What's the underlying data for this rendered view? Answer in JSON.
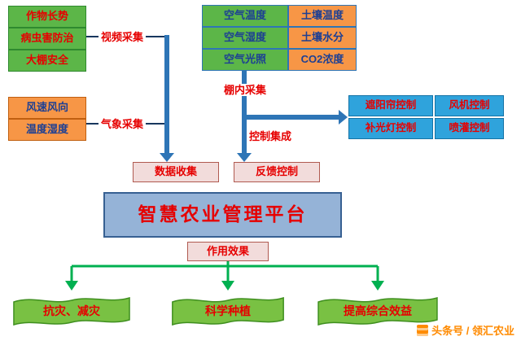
{
  "diagram": {
    "video_items": [
      "作物长势",
      "病虫害防治",
      "大棚安全"
    ],
    "weather_items": [
      "风速风向",
      "温度湿度"
    ],
    "sensor_cells": [
      "空气温度",
      "土壤温度",
      "空气湿度",
      "土壤水分",
      "空气光照",
      "CO2浓度"
    ],
    "control_items": [
      "遮阳帘控制",
      "风机控制",
      "补光灯控制",
      "喷灌控制"
    ],
    "labels": {
      "video": "视频采集",
      "weather": "气象采集",
      "greenhouse": "棚内采集",
      "control": "控制集成"
    },
    "data_collection": "数据收集",
    "feedback_control": "反馈控制",
    "platform": "智慧农业管理平台",
    "effect": "作用效果",
    "outcomes": [
      "抗灾、减灾",
      "科学种植",
      "提高综合效益"
    ]
  },
  "watermark": "头条号 / 领汇农业",
  "colors": {
    "node_green": "#5CB648",
    "node_orange": "#F79646",
    "node_blue": "#2FA3DC",
    "node_pink": "#F2DCDB",
    "platform_blue": "#95B3D7",
    "arrow_blue": "#2E75B6",
    "arrow_green": "#00B050",
    "text_red": "#E60000",
    "text_blue": "#1C3F94",
    "watermark_orange": "#FF8A00"
  }
}
